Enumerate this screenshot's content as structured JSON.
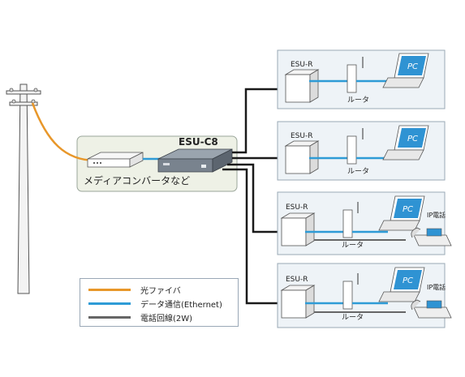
{
  "center_device": {
    "label": "ESU-C8",
    "box_label": "メディアコンバータなど"
  },
  "sites": [
    {
      "device": "ESU-R",
      "router": "ルータ",
      "pc": "PC"
    },
    {
      "device": "ESU-R",
      "router": "ルータ",
      "pc": "PC"
    },
    {
      "device": "ESU-R",
      "router": "ルータ",
      "pc": "PC",
      "phone": "IP電話"
    },
    {
      "device": "ESU-R",
      "router": "ルータ",
      "pc": "PC",
      "phone": "IP電話"
    }
  ],
  "legend": [
    {
      "label": "光ファイバ",
      "color": "#e8972a"
    },
    {
      "label": "データ通信(Ethernet)",
      "color": "#2e9bd6"
    },
    {
      "label": "電話回線(2W)",
      "color": "#666666"
    }
  ]
}
